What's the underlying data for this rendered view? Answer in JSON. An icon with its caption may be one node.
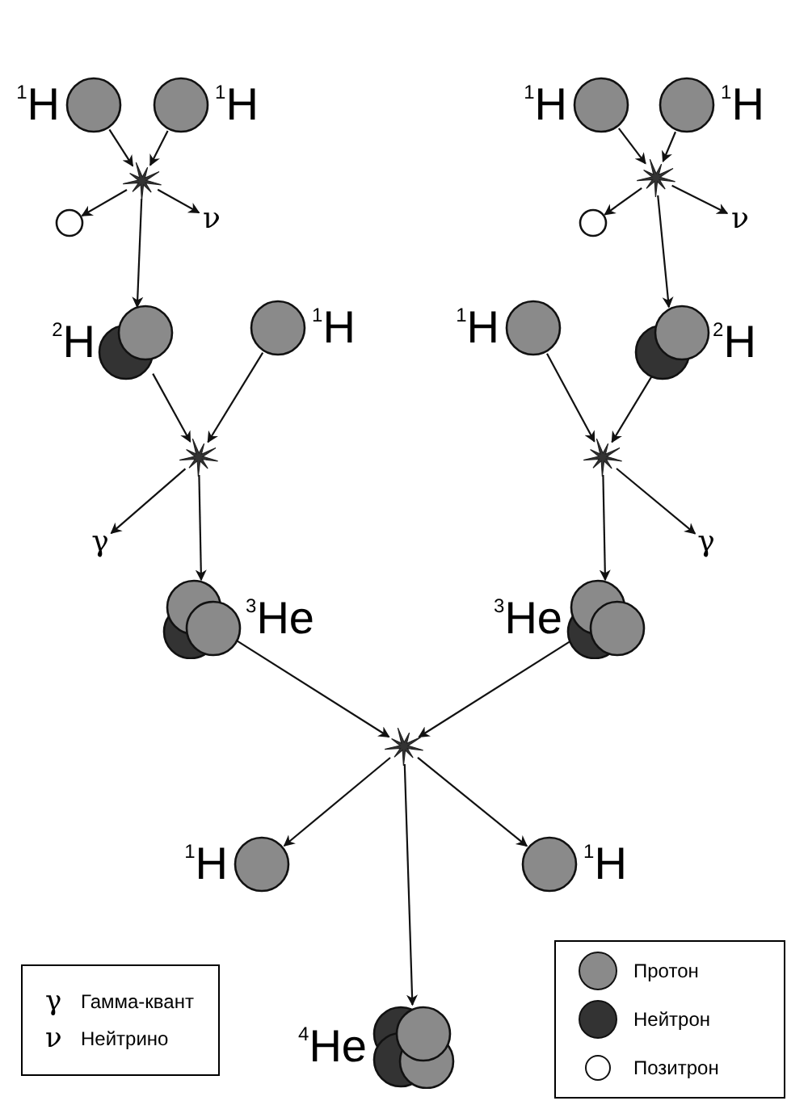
{
  "diagram": {
    "nodes": [
      {
        "text": [],
        "shape": "circle",
        "beside": [
          "$^{1}$H"
        ]
      },
      {
        "text": [],
        "shape": "circle",
        "beside": [
          "$^{1}$H"
        ]
      },
      {
        "text": [],
        "shape": "circle",
        "beside": [
          "$^{1}$H"
        ]
      },
      {
        "text": [],
        "shape": "circle",
        "beside": [
          "$^{1}$H"
        ]
      },
      {
        "text": [],
        "shape": "star"
      },
      {
        "text": [],
        "shape": "circle"
      },
      {
        "text": [
          "ν"
        ]
      },
      {
        "text": [],
        "shape": "star"
      },
      {
        "text": [],
        "shape": "circle"
      },
      {
        "text": [
          "ν"
        ]
      },
      {
        "text": [],
        "shape": "circle",
        "beside": [
          "$^{2}$H"
        ]
      },
      {
        "text": [],
        "shape": "circle",
        "beside": [
          "$^{1}$H"
        ]
      },
      {
        "text": [],
        "shape": "circle",
        "beside": [
          "$^{1}$H"
        ]
      },
      {
        "text": [],
        "shape": "circle",
        "beside": [
          "$^{2}$H"
        ]
      },
      {
        "text": [],
        "shape": "star"
      },
      {
        "text": [
          "γ"
        ]
      },
      {
        "text": [],
        "shape": "star"
      },
      {
        "text": [
          "γ"
        ]
      },
      {
        "text": [],
        "shape": "circle",
        "beside": [
          "$^{3}$He"
        ]
      },
      {
        "text": [],
        "shape": "circle",
        "beside": [
          "$^{3}$He"
        ]
      },
      {
        "text": [],
        "shape": "star"
      },
      {
        "text": [],
        "shape": "circle",
        "beside": [
          "$^{1}$H"
        ]
      },
      {
        "text": [],
        "shape": "circle",
        "beside": [
          "$^{1}$H"
        ]
      },
      {
        "text": [],
        "shape": "circle",
        "beside": [
          "$^{4}$He"
        ]
      }
    ],
    "edges": [
      {
        "from": 0,
        "to": 4,
        "arrow": "to"
      },
      {
        "from": 1,
        "to": 4,
        "arrow": "to"
      },
      {
        "from": 4,
        "to": 5,
        "arrow": "to"
      },
      {
        "from": 4,
        "to": 6,
        "arrow": "to"
      },
      {
        "from": 4,
        "to": 10,
        "arrow": "to"
      },
      {
        "from": 2,
        "to": 7,
        "arrow": "to"
      },
      {
        "from": 3,
        "to": 7,
        "arrow": "to"
      },
      {
        "from": 7,
        "to": 8,
        "arrow": "to"
      },
      {
        "from": 7,
        "to": 9,
        "arrow": "to"
      },
      {
        "from": 7,
        "to": 13,
        "arrow": "to"
      },
      {
        "from": 10,
        "to": 14,
        "arrow": "to"
      },
      {
        "from": 11,
        "to": 14,
        "arrow": "to"
      },
      {
        "from": 14,
        "to": 15,
        "arrow": "to"
      },
      {
        "from": 14,
        "to": 18,
        "arrow": "to"
      },
      {
        "from": 12,
        "to": 16,
        "arrow": "to"
      },
      {
        "from": 13,
        "to": 16,
        "arrow": "to"
      },
      {
        "from": 16,
        "to": 17,
        "arrow": "to"
      },
      {
        "from": 16,
        "to": 19,
        "arrow": "to"
      },
      {
        "from": 18,
        "to": 20,
        "arrow": "to"
      },
      {
        "from": 19,
        "to": 20,
        "arrow": "to"
      },
      {
        "from": 20,
        "to": 21,
        "arrow": "to"
      },
      {
        "from": 20,
        "to": 22,
        "arrow": "to"
      },
      {
        "from": 20,
        "to": 23,
        "arrow": "to"
      }
    ],
    "labels": [
      "γ",
      "ν"
    ],
    "legend": [
      {
        "text": "Гамма-квант"
      },
      {
        "text": "Нейтрино"
      },
      {
        "text": "Протон",
        "color": "#8a8a8a"
      },
      {
        "text": "Нейтрон",
        "color": "#333333"
      },
      {
        "text": "Позитрон",
        "color": "#ffffff"
      }
    ]
  }
}
